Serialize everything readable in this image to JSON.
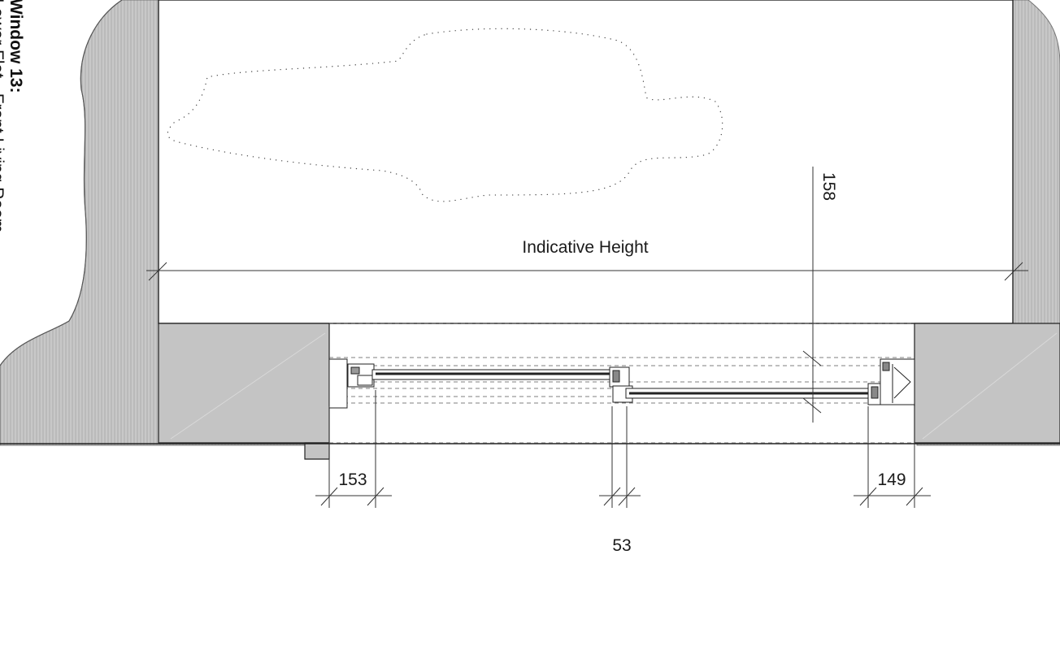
{
  "title": {
    "main": "Window 13:",
    "sub": "Lower Flat - Front Living Room"
  },
  "labels": {
    "indicative_height": "Indicative Height"
  },
  "dimensions": {
    "vertical": "158",
    "left_frame": "153",
    "right_frame": "149",
    "meeting_rail": "53"
  },
  "colors": {
    "wall_fill": "#c9c9c9",
    "hatch": "#9e9e9e",
    "line": "#222222",
    "dashed": "#555555"
  }
}
